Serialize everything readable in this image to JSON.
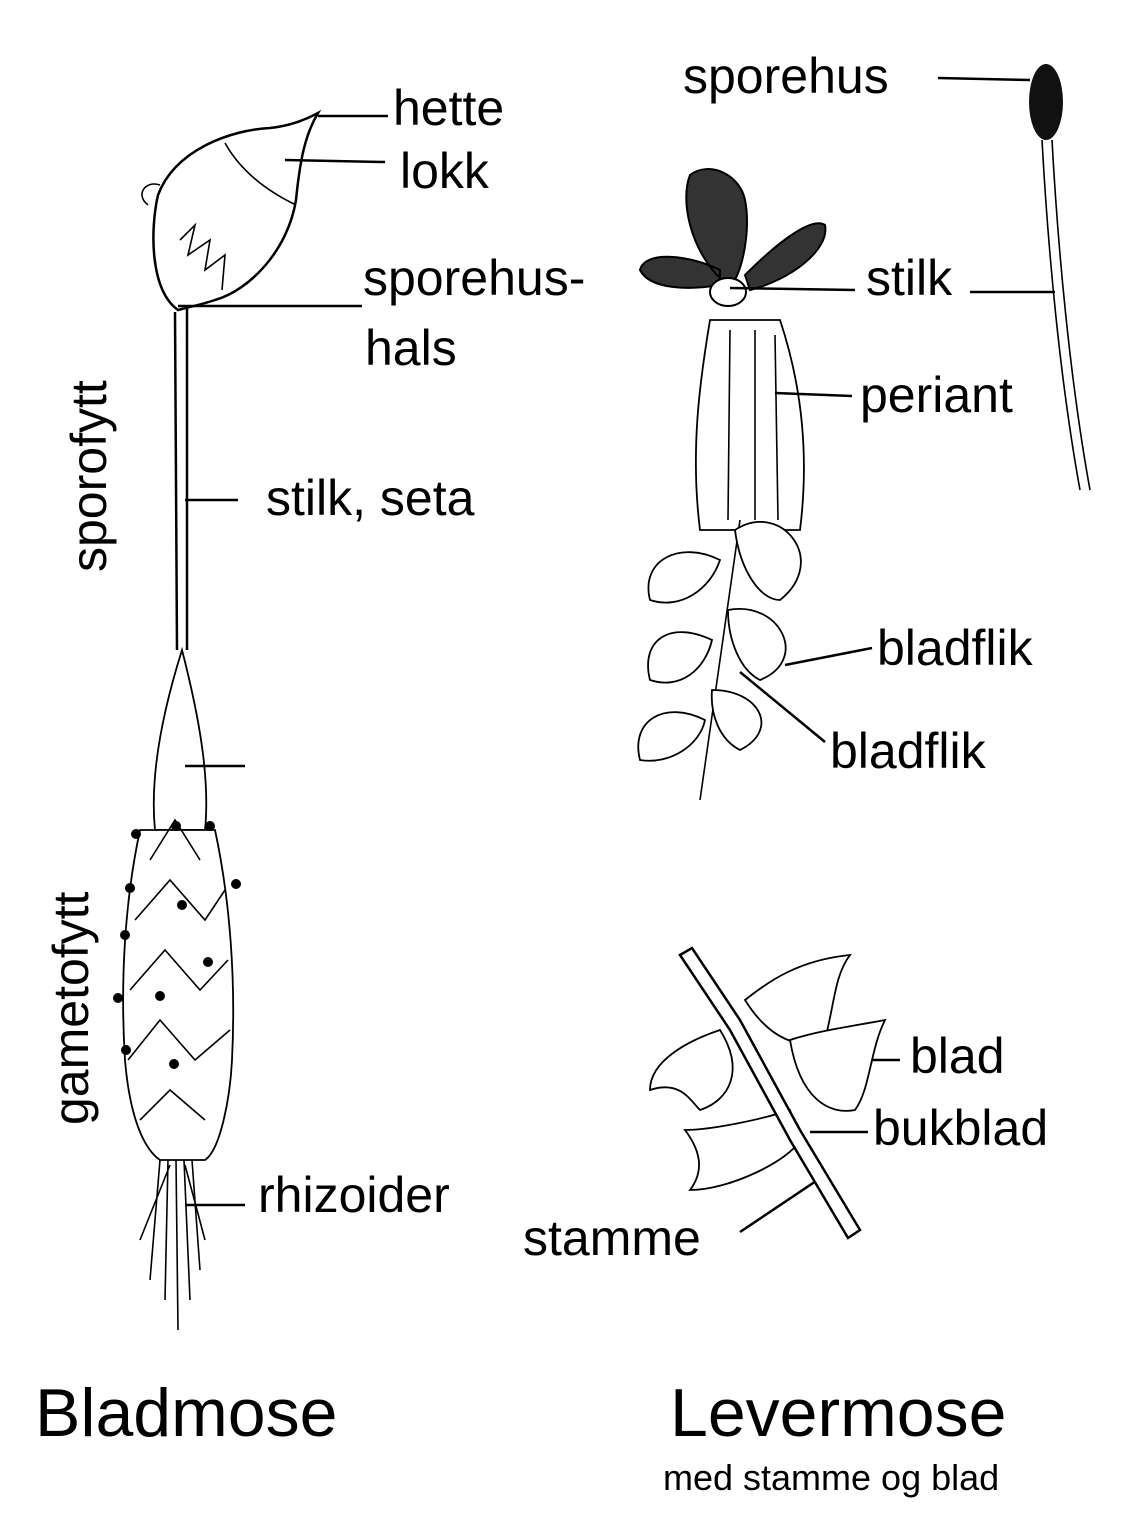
{
  "bladmose": {
    "title": "Bladmose",
    "labels": {
      "hette": "hette",
      "lokk": "lokk",
      "sporehus_line1": "sporehus-",
      "sporehus_line2": "hals",
      "stilk_seta": "stilk, seta",
      "rhizoider": "rhizoider",
      "sporofytt": "sporofytt",
      "gametofytt": "gametofytt"
    }
  },
  "levermose": {
    "title": "Levermose",
    "subtitle": "med stamme og blad",
    "labels": {
      "sporehus": "sporehus",
      "stilk": "stilk",
      "periant": "periant",
      "bladflik_1": "bladflik",
      "bladflik_2": "bladflik",
      "blad": "blad",
      "bukblad": "bukblad",
      "stamme": "stamme"
    }
  }
}
